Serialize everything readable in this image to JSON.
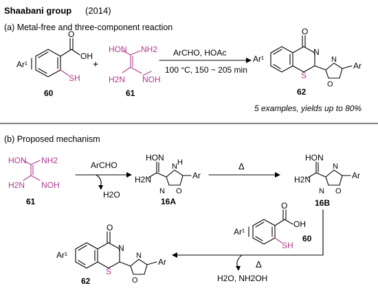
{
  "header": {
    "group_title": "Shaabani group",
    "year": "(2014)",
    "section_a": "(a) Metal-free and three-component reaction",
    "section_b": "(b) Proposed mechanism"
  },
  "reaction_a": {
    "reagents": "ArCHO, HOAc",
    "conditions": "100 °C, 150 ~ 205 min",
    "summary": "5 examples, yields up to 80%",
    "plus": "+"
  },
  "compounds": {
    "c60": "60",
    "c61": "61",
    "c62": "62",
    "c16A": "16A",
    "c16B": "16B"
  },
  "mechanism": {
    "step1_reagent": "ArCHO",
    "step1_byproduct": "H2O",
    "step2_condition": "Δ",
    "step3_condition": "Δ",
    "step3_byproducts": "H2O, NH2OH"
  },
  "atoms": {
    "OH": "OH",
    "SH": "SH",
    "HON": "HON",
    "NH2": "NH2",
    "H2N": "H2N",
    "NOH": "NOH",
    "O": "O",
    "N": "N",
    "S": "S",
    "Ar": "Ar",
    "Ar1": "Ar¹",
    "NH": "H"
  },
  "colors": {
    "highlight": "#b03a8f",
    "ink": "#000000"
  }
}
